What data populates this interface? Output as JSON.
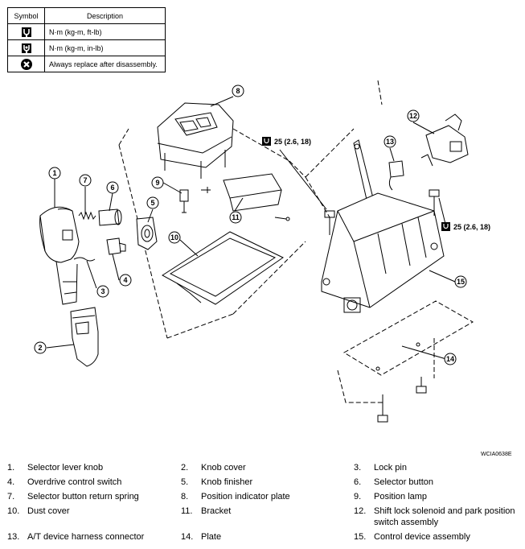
{
  "legend": {
    "headers": [
      "Symbol",
      "Description"
    ],
    "rows": [
      {
        "icon": "torque-wrench-ft-lb-icon",
        "description": "N·m (kg-m, ft-lb)"
      },
      {
        "icon": "torque-wrench-in-lb-icon",
        "description": "N·m (kg-m, in-lb)"
      },
      {
        "icon": "always-replace-icon",
        "description": "Always replace after disassembly."
      }
    ]
  },
  "callouts": [
    "1",
    "2",
    "3",
    "4",
    "5",
    "6",
    "7",
    "8",
    "9",
    "10",
    "11",
    "12",
    "13",
    "14",
    "15"
  ],
  "torque_specs": [
    "25 (2.6, 18)",
    "25 (2.6, 18)"
  ],
  "figure_id": "WCIA0638E",
  "parts": [
    {
      "num": "1.",
      "label": "Selector lever knob"
    },
    {
      "num": "2.",
      "label": "Knob cover"
    },
    {
      "num": "3.",
      "label": "Lock pin"
    },
    {
      "num": "4.",
      "label": "Overdrive control switch"
    },
    {
      "num": "5.",
      "label": "Knob finisher"
    },
    {
      "num": "6.",
      "label": "Selector button"
    },
    {
      "num": "7.",
      "label": "Selector button return spring"
    },
    {
      "num": "8.",
      "label": "Position indicator plate"
    },
    {
      "num": "9.",
      "label": "Position lamp"
    },
    {
      "num": "10.",
      "label": "Dust cover"
    },
    {
      "num": "11.",
      "label": "Bracket"
    },
    {
      "num": "12.",
      "label": "Shift lock solenoid and park position",
      "label2": "switch assembly"
    },
    {
      "num": "13.",
      "label": "A/T device harness connector"
    },
    {
      "num": "14.",
      "label": "Plate"
    },
    {
      "num": "15.",
      "label": "Control device assembly"
    }
  ]
}
